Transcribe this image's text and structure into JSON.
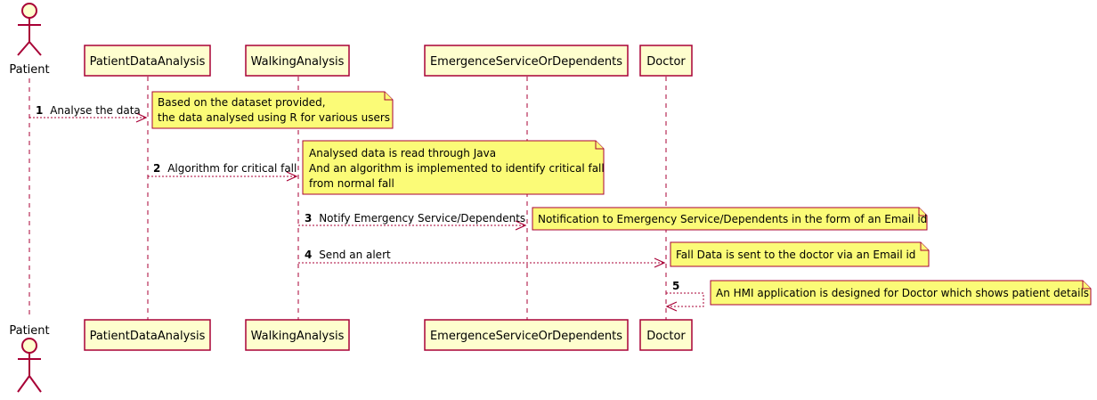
{
  "participants": [
    {
      "label": "Patient",
      "kind": "actor"
    },
    {
      "label": "PatientDataAnalysis",
      "kind": "participant"
    },
    {
      "label": "WalkingAnalysis",
      "kind": "participant"
    },
    {
      "label": "EmergenceServiceOrDependents",
      "kind": "participant"
    },
    {
      "label": "Doctor",
      "kind": "participant"
    }
  ],
  "messages": [
    {
      "num": "1",
      "text": "Analyse the data",
      "from": "Patient",
      "to": "PatientDataAnalysis"
    },
    {
      "num": "2",
      "text": "Algorithm for critical fall",
      "from": "PatientDataAnalysis",
      "to": "WalkingAnalysis"
    },
    {
      "num": "3",
      "text": "Notify Emergency Service/Dependents",
      "from": "WalkingAnalysis",
      "to": "EmergenceServiceOrDependents"
    },
    {
      "num": "4",
      "text": "Send an alert",
      "from": "WalkingAnalysis",
      "to": "Doctor"
    },
    {
      "num": "5",
      "text": "",
      "from": "Doctor",
      "to": "Doctor"
    }
  ],
  "notes": [
    {
      "lines": [
        "Based on the dataset provided,",
        "the data analysed using R for various users"
      ]
    },
    {
      "lines": [
        "Analysed data is read through Java",
        "And an algorithm is implemented to identify critical fall",
        "from normal fall"
      ]
    },
    {
      "lines": [
        "Notification to Emergency Service/Dependents in the form of an Email id"
      ]
    },
    {
      "lines": [
        "Fall Data is sent to the doctor via an Email id"
      ]
    },
    {
      "lines": [
        "An HMI application is designed for Doctor which shows patient details"
      ]
    }
  ],
  "colors": {
    "border": "#A80036",
    "participant_fill": "#FEFECE",
    "note_fill": "#FBFB77"
  }
}
